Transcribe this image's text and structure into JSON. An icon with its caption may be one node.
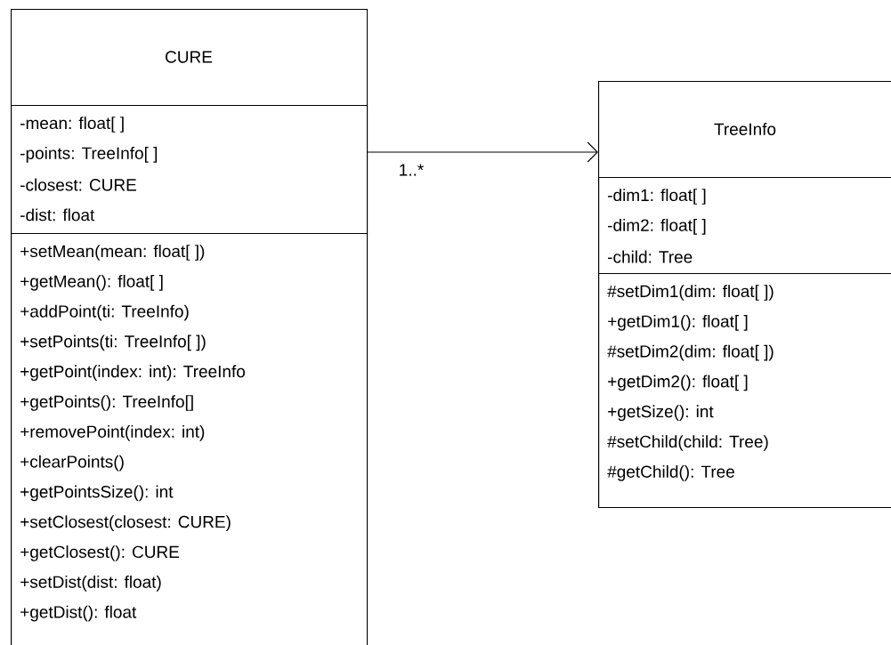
{
  "diagram": {
    "nodes": [
      {
        "text": [
          "CURE"
        ]
      },
      {
        "text": [
          "-mean: float[ ]",
          "-points: TreeInfo[ ]",
          "-closest: CURE",
          "-dist: float"
        ],
        "in": 0
      },
      {
        "text": [
          "+setMean(mean: float[ ])",
          "+getMean(): float[ ]",
          "+addPoint(ti: TreeInfo)",
          "+setPoints(ti: TreeInfo[ ])",
          "+getPoint(index: int): TreeInfo",
          "+getPoints(): TreeInfo[]",
          "+removePoint(index: int)",
          "+clearPoints()",
          "+getPointsSize(): int",
          "+setClosest(closest: CURE)",
          "+getClosest(): CURE",
          "+setDist(dist: float)",
          "+getDist(): float"
        ],
        "in": 0
      },
      {
        "text": [
          "TreeInfo"
        ]
      },
      {
        "text": [
          "-dim1: float[ ]",
          "-dim2: float[ ]",
          "-child: Tree"
        ],
        "in": 3
      },
      {
        "text": [
          "#setDim1(dim: float[ ])",
          "+getDim1(): float[ ]",
          "#setDim2(dim: float[ ])",
          "+getDim2(): float[ ]",
          "+getSize(): int",
          "#setChild(child: Tree)",
          "#getChild(): Tree"
        ],
        "in": 3
      }
    ],
    "edges": [
      {
        "from": 0,
        "to": 3,
        "arrow": "to",
        "label": "1..*"
      }
    ]
  }
}
